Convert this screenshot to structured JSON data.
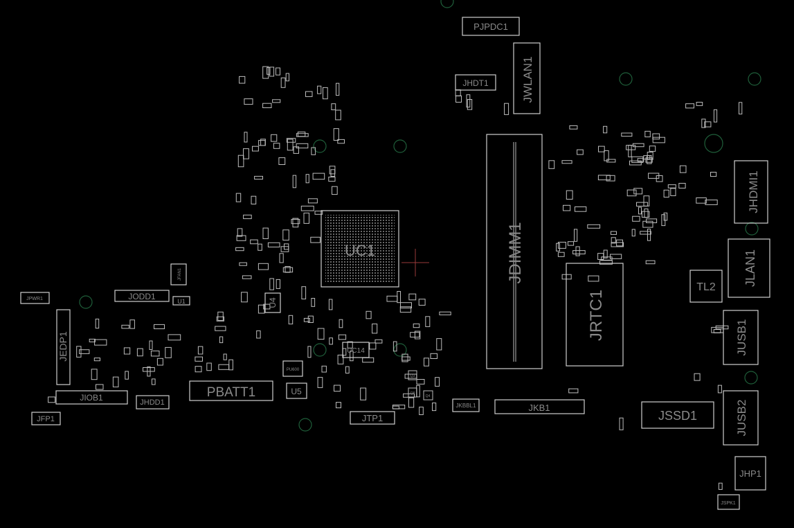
{
  "board": {
    "background": "#000000",
    "outline_color": "#cfcfcf",
    "label_color": "#8a8a8a",
    "hole_color": "#1f5f3a"
  },
  "components": {
    "PJPDC1": "PJPDC1",
    "JHDT1": "JHDT1",
    "JWLAN1": "JWLAN1",
    "JDIMM1": "JDIMM1",
    "JRTC1": "JRTC1",
    "JHDMI1": "JHDMI1",
    "JLAN1": "JLAN1",
    "TL2": "TL2",
    "JUSB1": "JUSB1",
    "JUSB2": "JUSB2",
    "JSSD1": "JSSD1",
    "JHP1": "JHP1",
    "JSPK1": "JSPK1",
    "JKB1": "JKB1",
    "JKBBL1": "JKBBL1",
    "JTP1": "JTP1",
    "UC14": "UC14",
    "UC1": "UC1",
    "U4": "U4",
    "U5": "U5",
    "PU600": "PU600",
    "PBATT1": "PBATT1",
    "JHDD1": "JHDD1",
    "JIOB1": "JIOB1",
    "JFP1": "JFP1",
    "JEDP1": "JEDP1",
    "JPWR1": "JPWR1",
    "JODD1": "JODD1",
    "U1": "U1",
    "JFAN1": "JFAN1",
    "Q3": "Q3",
    "Q8": "Q8",
    "Q4": "Q4"
  }
}
